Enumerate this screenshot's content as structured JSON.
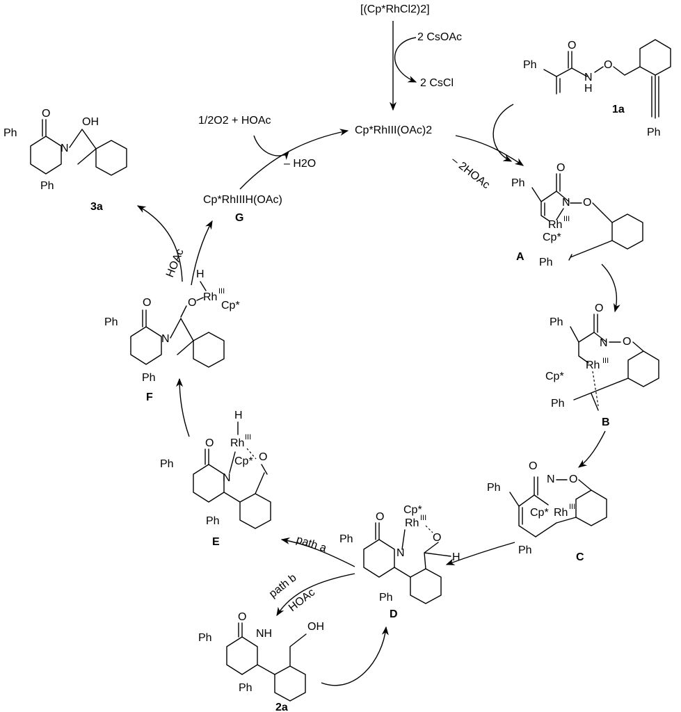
{
  "catalyst": {
    "precursor": "[(Cp*RhCl2)2]",
    "reagent_in": "2 CsOAc",
    "byproduct_out": "2 CsCl",
    "active": "Cp*RhIII(OAc)2"
  },
  "steps": {
    "cmd_release": "– 2HOAc",
    "oxidant": "1/2O2 + HOAc",
    "water_loss": "– H2O",
    "protonolysis_F": "HOAc",
    "path_a": "path a",
    "path_b": "path b",
    "protonolysis_D": "HOAc"
  },
  "compounds": {
    "sub_1a": "1a",
    "A": "A",
    "B": "B",
    "C": "C",
    "D": "D",
    "E": "E",
    "F": "F",
    "G": "G",
    "G_formula": "Cp*RhIIIH(OAc)",
    "prod_3a": "3a",
    "prod_2a": "2a"
  },
  "atoms": {
    "Ph": "Ph",
    "O": "O",
    "N": "N",
    "NH": "NH",
    "H": "H",
    "OH": "OH",
    "Rh": "Rh",
    "III": "III",
    "Cp": "Cp*"
  }
}
